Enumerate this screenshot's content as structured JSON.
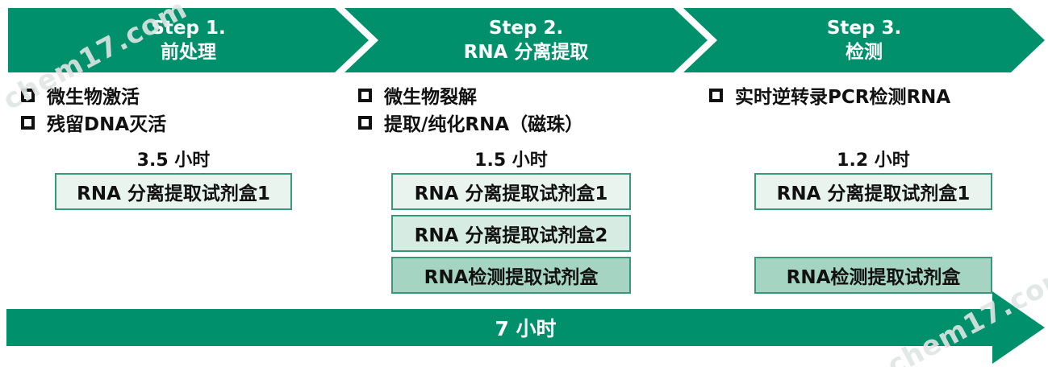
{
  "watermark": {
    "text": "chem17.com"
  },
  "colors": {
    "accent_green": "#00916C",
    "box_border": "#35997B",
    "box_bg_light": "#E9F4EF",
    "box_bg_mid": "#D6EBE1",
    "box_bg_dark": "#A6D4C2"
  },
  "steps": [
    {
      "title": "Step 1.",
      "subtitle": "前处理",
      "bullets": [
        "微生物激活",
        "残留DNA灭活"
      ],
      "duration": "3.5 小时",
      "kits": [
        "RNA 分离提取试剂盒1"
      ]
    },
    {
      "title": "Step 2.",
      "subtitle": "RNA 分离提取",
      "bullets": [
        "微生物裂解",
        "提取/纯化RNA（磁珠）"
      ],
      "duration": "1.5 小时",
      "kits": [
        "RNA 分离提取试剂盒1",
        "RNA 分离提取试剂盒2",
        "RNA检测提取试剂盒"
      ]
    },
    {
      "title": "Step 3.",
      "subtitle": "检测",
      "bullets": [
        "实时逆转录PCR检测RNA"
      ],
      "duration": "1.2 小时",
      "kits": [
        "RNA 分离提取试剂盒1",
        "RNA检测提取试剂盒"
      ]
    }
  ],
  "total": {
    "duration": "7 小时"
  }
}
